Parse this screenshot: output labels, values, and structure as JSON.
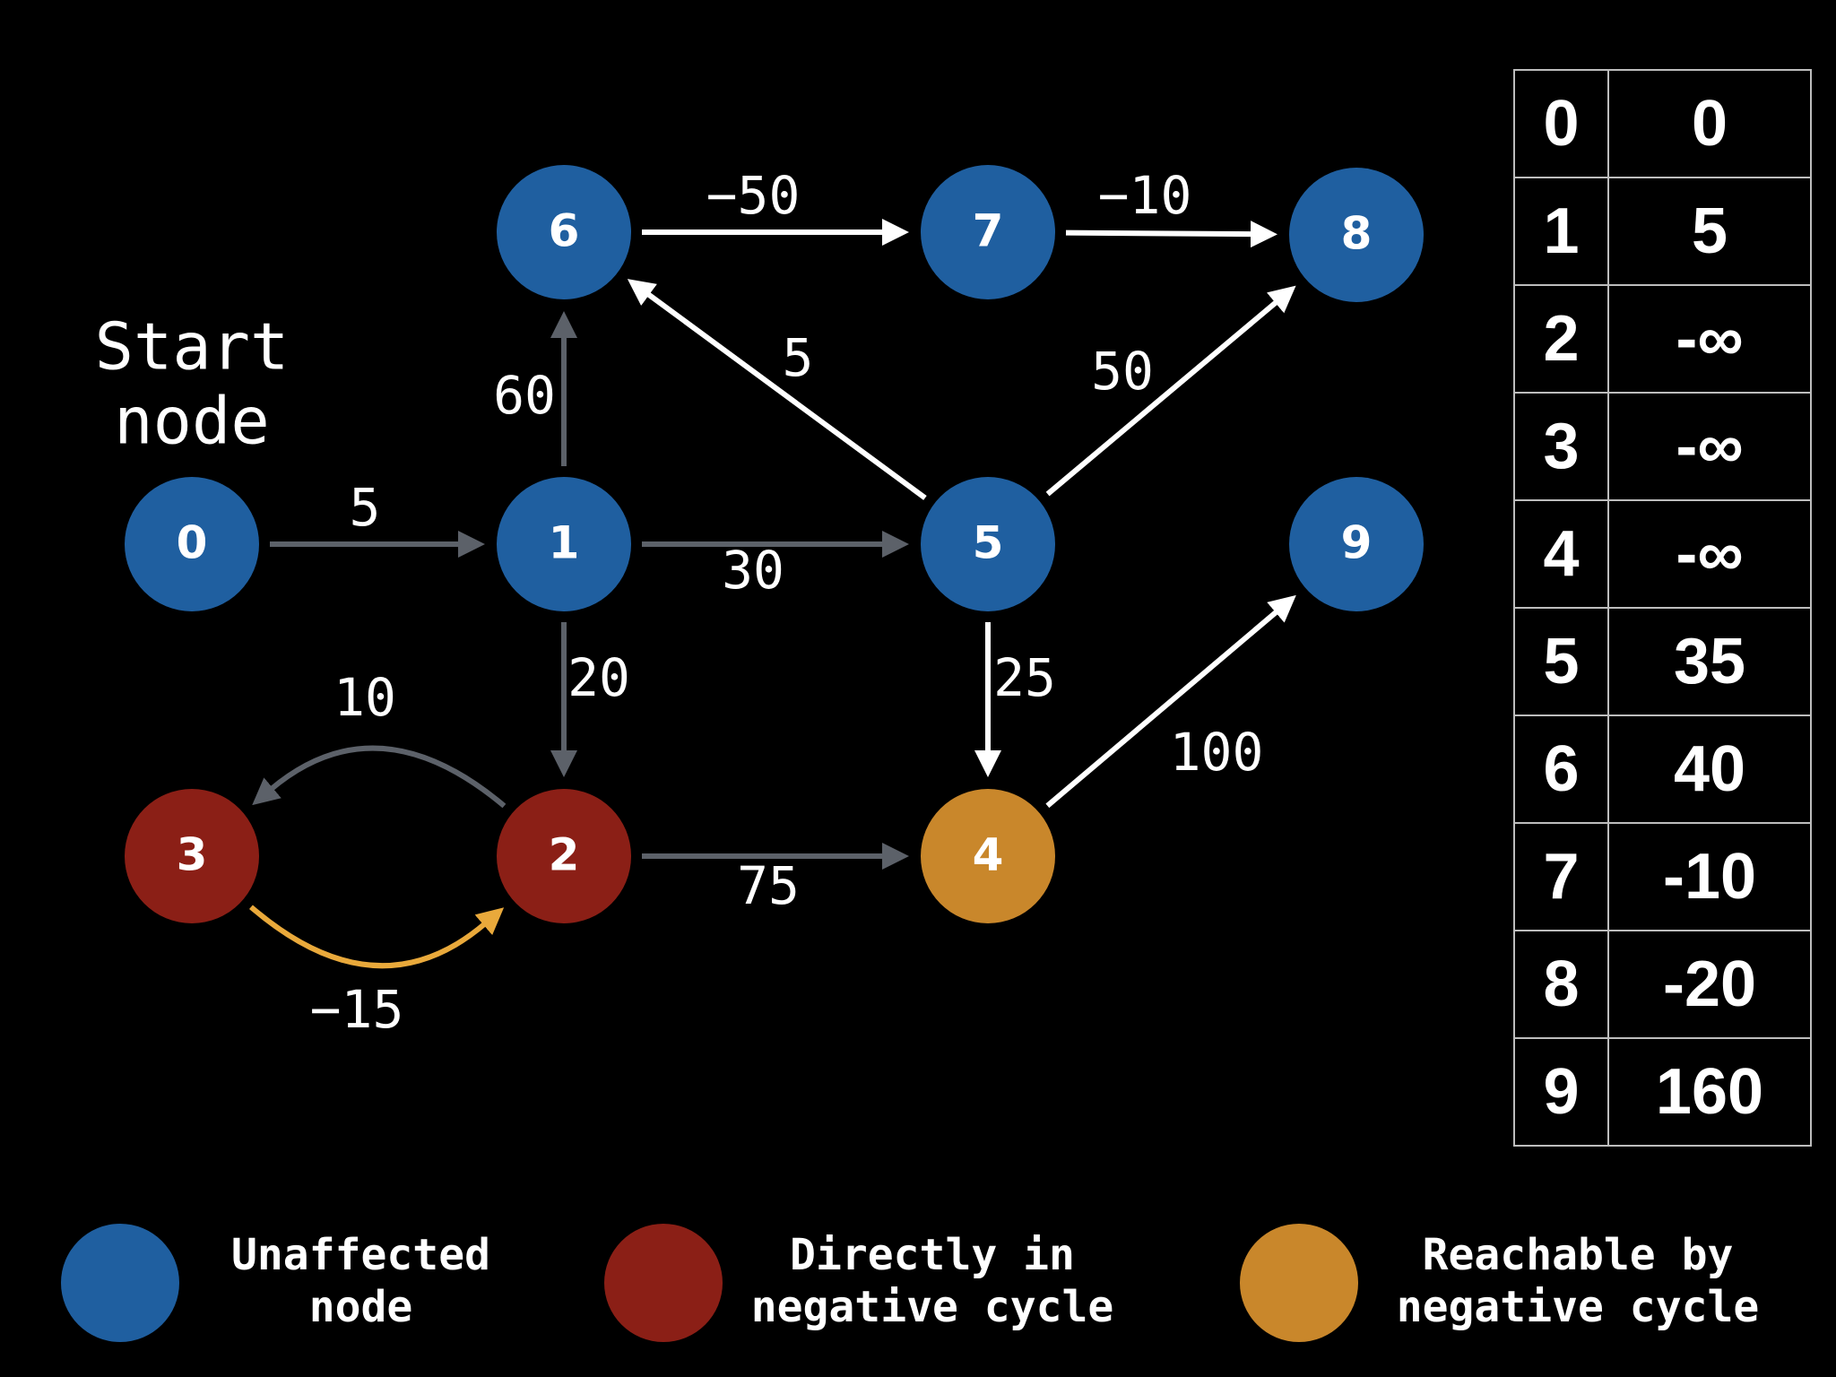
{
  "colors": {
    "background": "#000000",
    "unaffected": "#1f5fa0",
    "negative_cycle": "#8b1f16",
    "reachable": "#c9872b",
    "edge_white": "#ffffff",
    "edge_gray": "#5c6169",
    "edge_orange": "#e9a93b"
  },
  "start_label": [
    "Start",
    "node"
  ],
  "nodes": [
    {
      "id": "0",
      "status": "unaffected"
    },
    {
      "id": "1",
      "status": "unaffected"
    },
    {
      "id": "2",
      "status": "negative_cycle"
    },
    {
      "id": "3",
      "status": "negative_cycle"
    },
    {
      "id": "4",
      "status": "reachable"
    },
    {
      "id": "5",
      "status": "unaffected"
    },
    {
      "id": "6",
      "status": "unaffected"
    },
    {
      "id": "7",
      "status": "unaffected"
    },
    {
      "id": "8",
      "status": "unaffected"
    },
    {
      "id": "9",
      "status": "unaffected"
    }
  ],
  "edges": [
    {
      "from": "0",
      "to": "1",
      "weight": "5",
      "color": "gray"
    },
    {
      "from": "1",
      "to": "6",
      "weight": "60",
      "color": "gray"
    },
    {
      "from": "1",
      "to": "5",
      "weight": "30",
      "color": "gray"
    },
    {
      "from": "1",
      "to": "2",
      "weight": "20",
      "color": "gray"
    },
    {
      "from": "2",
      "to": "3",
      "weight": "10",
      "color": "gray"
    },
    {
      "from": "3",
      "to": "2",
      "weight": "−15",
      "color": "orange"
    },
    {
      "from": "2",
      "to": "4",
      "weight": "75",
      "color": "gray"
    },
    {
      "from": "6",
      "to": "7",
      "weight": "−50",
      "color": "white"
    },
    {
      "from": "7",
      "to": "8",
      "weight": "−10",
      "color": "white"
    },
    {
      "from": "5",
      "to": "6",
      "weight": "5",
      "color": "white"
    },
    {
      "from": "5",
      "to": "8",
      "weight": "50",
      "color": "white"
    },
    {
      "from": "5",
      "to": "4",
      "weight": "25",
      "color": "white"
    },
    {
      "from": "4",
      "to": "9",
      "weight": "100",
      "color": "white"
    }
  ],
  "distance_table": [
    {
      "node": "0",
      "dist": "0"
    },
    {
      "node": "1",
      "dist": "5"
    },
    {
      "node": "2",
      "dist": "-∞"
    },
    {
      "node": "3",
      "dist": "-∞"
    },
    {
      "node": "4",
      "dist": "-∞"
    },
    {
      "node": "5",
      "dist": "35"
    },
    {
      "node": "6",
      "dist": "40"
    },
    {
      "node": "7",
      "dist": "-10"
    },
    {
      "node": "8",
      "dist": "-20"
    },
    {
      "node": "9",
      "dist": "160"
    }
  ],
  "legend": [
    {
      "status": "unaffected",
      "lines": [
        "Unaffected",
        "node"
      ]
    },
    {
      "status": "negative_cycle",
      "lines": [
        "Directly in",
        "negative cycle"
      ]
    },
    {
      "status": "reachable",
      "lines": [
        "Reachable by",
        "negative cycle"
      ]
    }
  ]
}
